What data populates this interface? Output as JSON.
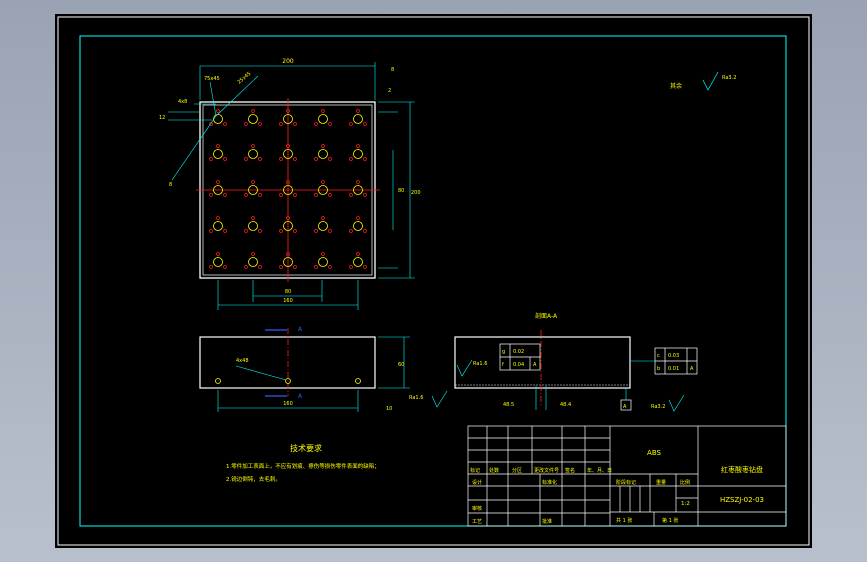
{
  "drawing": {
    "top_view": {
      "dim_width": "200",
      "dim_bottom_1": "80",
      "dim_bottom_2": "160",
      "dim_right_1": "80",
      "dim_right_2": "200",
      "hole_callout": "75x45",
      "leader_note": "25x45",
      "small_left": "4x8",
      "small_left_2": "12",
      "small_top_right": "8",
      "small_right": "2"
    },
    "front_view": {
      "section_marker": "A",
      "hole_note": "4x48",
      "dim_bottom": "160",
      "dim_height": "60",
      "dim_small": "10"
    },
    "section_view": {
      "title": "剖面A-A",
      "surface_left_1": "Ra1.6",
      "surface_left_2": "Ra1.6",
      "surface_right": "Ra3.2",
      "dim_a": "48.5",
      "dim_b": "48.4",
      "tol_left": [
        {
          "sym": "g",
          "val": "0.02"
        },
        {
          "sym": "f",
          "val": "0.04",
          "ref": "A"
        }
      ],
      "tol_right": [
        {
          "sym": "c",
          "val": "0.03"
        },
        {
          "sym": "b",
          "val": "0.01",
          "ref": "A"
        }
      ],
      "datum": "A"
    },
    "roughness_note": {
      "label": "其余",
      "value": "Ra3.2"
    },
    "tech_req": {
      "title": "技术要求",
      "line1": "1.零件加工表面上，不应有划痕、擦伤等损伤零件表面的缺陷；",
      "line2": "2.锐边倒钝，去毛刺。"
    },
    "title_block": {
      "material": "ABS",
      "part_name": "红枣酸枣钻盘",
      "drawing_no": "HZSZJ-02-03",
      "scale_label": "比例",
      "scale": "1:2",
      "weight_label": "重量",
      "stage_label": "阶段标记",
      "sheet_total": "共 1 张",
      "sheet_no": "第 1 张",
      "row_labels": [
        "标记",
        "处数",
        "分区",
        "更改文件号",
        "签名",
        "年、月、日"
      ],
      "designer": "设计",
      "standard": "标准化",
      "review": "审核",
      "process": "工艺",
      "approve": "批准"
    }
  }
}
